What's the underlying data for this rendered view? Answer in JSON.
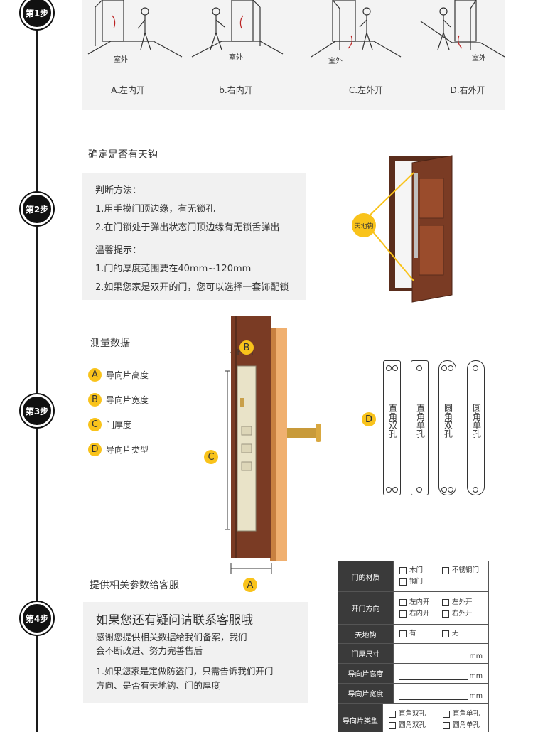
{
  "steps": [
    "第1步",
    "第2步",
    "第3步",
    "第4步"
  ],
  "step1": {
    "outside_label": "室外",
    "captions": [
      "A.左内开",
      "b.右内开",
      "C.左外开",
      "D.右外开"
    ]
  },
  "step2": {
    "title": "确定是否有天钩",
    "method_heading": "判断方法：",
    "method_items": [
      "1.用手摸门顶边缘，有无锁孔",
      "2.在门锁处于弹出状态门顶边缘有无锁舌弹出"
    ],
    "tips_heading": "温馨提示：",
    "tips_items": [
      "1.门的厚度范围要在40mm~120mm",
      "2.如果您家是双开的门，您可以选择一套饰配锁"
    ],
    "hook_label": "天地钩"
  },
  "step3": {
    "title": "测量数据",
    "legend": [
      {
        "letter": "A",
        "label": "导向片高度"
      },
      {
        "letter": "B",
        "label": "导向片宽度"
      },
      {
        "letter": "C",
        "label": "门厚度"
      },
      {
        "letter": "D",
        "label": "导向片类型"
      }
    ],
    "markers": {
      "a": "A",
      "b": "B",
      "c": "C",
      "d": "D"
    },
    "plates": [
      "直角双孔",
      "直角单孔",
      "圆角双孔",
      "圆角单孔"
    ]
  },
  "step4": {
    "title": "提供相关参数给客服",
    "contact_heading": "如果您还有疑问请联系客服哦",
    "contact_lines": [
      "感谢您提供相关数据给我们备案，我们",
      "会不断改进、努力完善售后"
    ],
    "contact_note": [
      "1.如果您家是定做防盗门，只需告诉我们开门",
      "方向、是否有天地钩、门的厚度"
    ]
  },
  "form": {
    "material": {
      "label": "门的材质",
      "options": [
        "木门",
        "不锈钢门",
        "钢门"
      ]
    },
    "direction": {
      "label": "开门方向",
      "options": [
        "左内开",
        "左外开",
        "右内开",
        "右外开"
      ]
    },
    "hook": {
      "label": "天地钩",
      "options": [
        "有",
        "无"
      ]
    },
    "thickness": {
      "label": "门厚尺寸",
      "unit": "mm"
    },
    "plate_height": {
      "label": "导向片高度",
      "unit": "mm"
    },
    "plate_width": {
      "label": "导向片宽度",
      "unit": "mm"
    },
    "plate_type": {
      "label": "导向片类型",
      "options": [
        "直角双孔",
        "直角单孔",
        "圆角双孔",
        "圆角单孔"
      ]
    }
  },
  "colors": {
    "accent_yellow": "#f9c31b",
    "door_brown": "#7a3b24",
    "wood_light": "#e7a760",
    "dark": "#111111"
  }
}
